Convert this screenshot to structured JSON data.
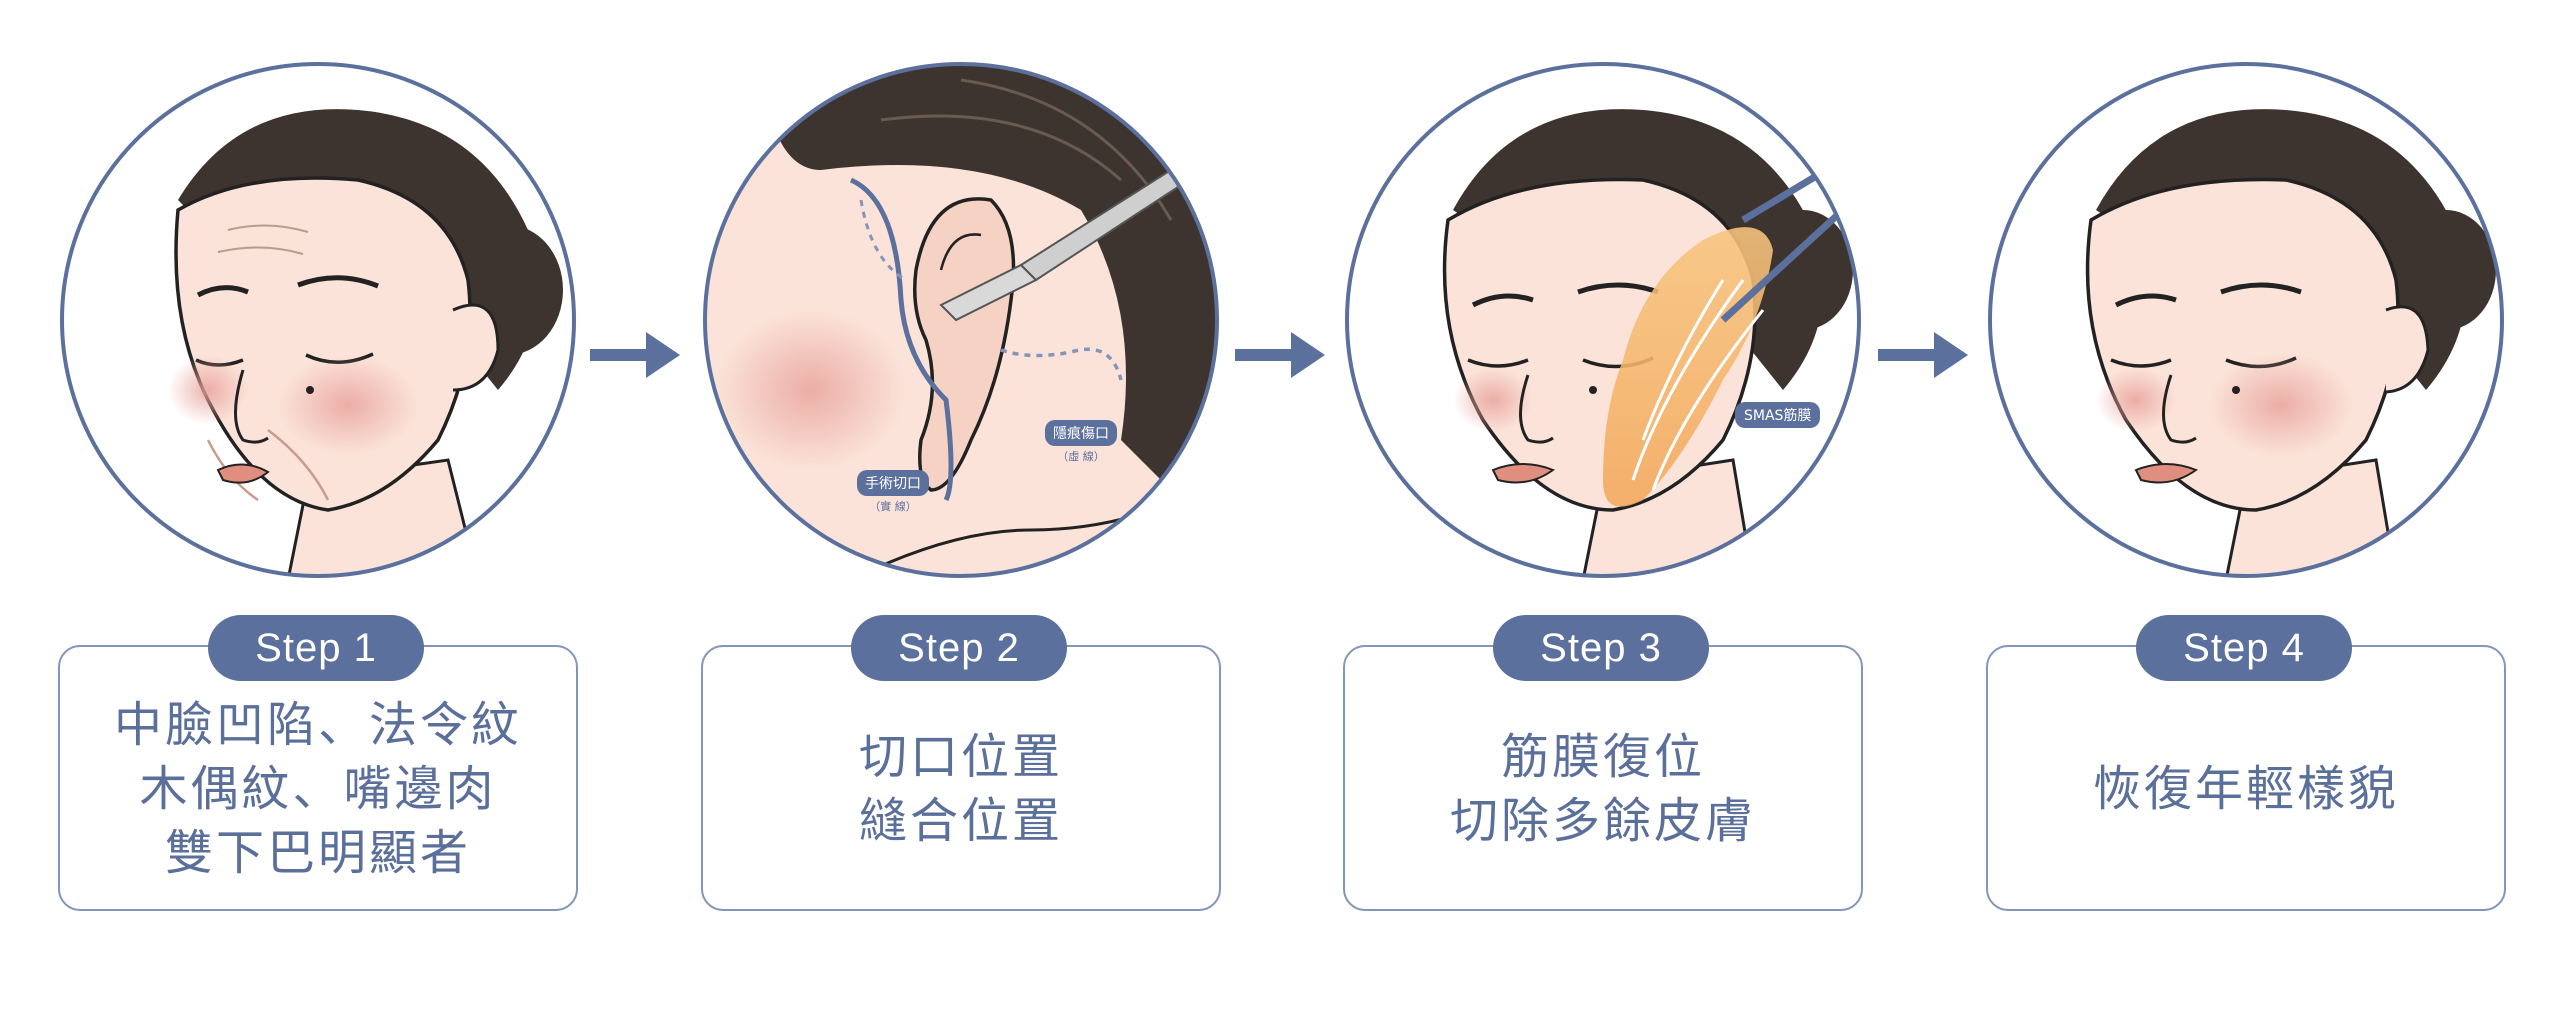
{
  "steps": [
    {
      "badge": "Step 1",
      "description": "中臉凹陷、法令紋\n木偶紋、嘴邊肉\n雙下巴明顯者"
    },
    {
      "badge": "Step 2",
      "description": "切口位置\n縫合位置",
      "labels": {
        "incision": "手術切口",
        "incision_note": "（實 線）",
        "hidden_scar": "隱痕傷口",
        "hidden_scar_note": "（虛 線）"
      }
    },
    {
      "badge": "Step 3",
      "description": "筋膜復位\n切除多餘皮膚",
      "labels": {
        "smas": "SMAS筋膜"
      }
    },
    {
      "badge": "Step 4",
      "description": "恢復年輕樣貌"
    }
  ],
  "colors": {
    "accent": "#5b709d",
    "border": "#8395ba",
    "skin": "#fbe3d9",
    "hair": "#3e342f",
    "blush": "#eaa8a0",
    "smas": "#f6b36a"
  }
}
